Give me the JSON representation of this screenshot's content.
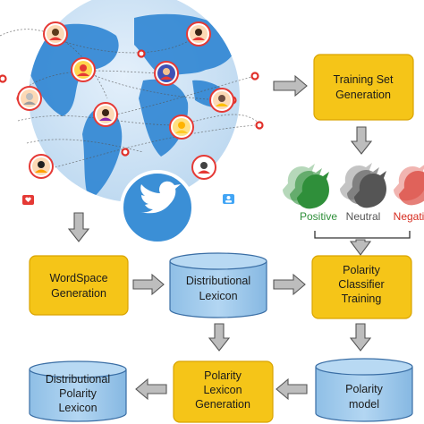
{
  "nodes": {
    "training_set": {
      "lines": [
        "Training Set",
        "Generation"
      ]
    },
    "wordspace": {
      "lines": [
        "WordSpace",
        "Generation"
      ]
    },
    "dist_lexicon": {
      "lines": [
        "Distributional",
        "Lexicon"
      ]
    },
    "polarity_classifier": {
      "lines": [
        "Polarity",
        "Classifier",
        "Training"
      ]
    },
    "polarity_model": {
      "lines": [
        "Polarity",
        "model"
      ]
    },
    "polarity_lexicon_gen": {
      "lines": [
        "Polarity",
        "Lexicon",
        "Generation"
      ]
    },
    "dist_polarity_lexicon": {
      "lines": [
        "Distributional",
        "Polarity",
        "Lexicon"
      ]
    }
  },
  "sentiment_labels": {
    "positive": "Positive",
    "neutral": "Neutral",
    "negative": "Negati"
  },
  "icons": {
    "globe": "world-map-globe-icon",
    "twitter": "twitter-bird-icon",
    "users": "user-avatar-icon"
  },
  "colors": {
    "process_box": "#f5c518",
    "process_border": "#d9a400",
    "database": "#9cc8ea",
    "database_border": "#3a6ea5",
    "arrow": "#bdbdbd",
    "globe_water": "#cfe3f5",
    "globe_land": "#2e86d4",
    "twitter_blue": "#3b8fd6",
    "positive": "#2f8f3a",
    "neutral": "#555555",
    "negative": "#d62b1f"
  }
}
